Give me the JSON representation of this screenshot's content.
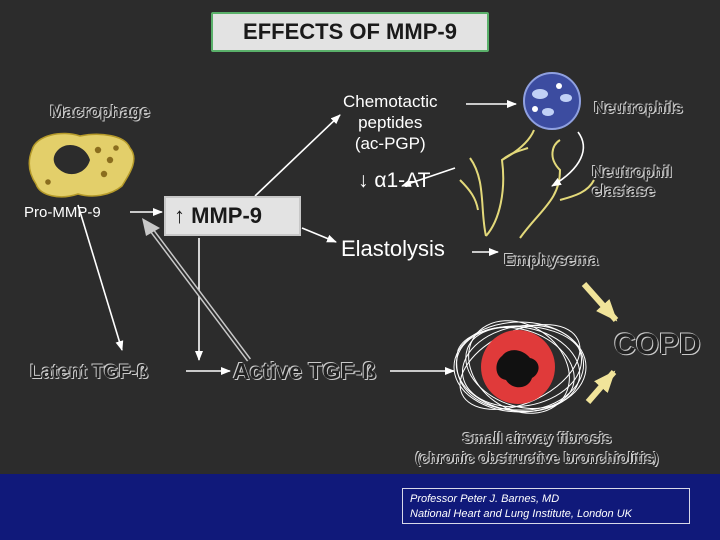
{
  "title": "EFFECTS OF MMP-9",
  "nodes": {
    "macrophage": "Macrophage",
    "pro_mmp9": "Pro-MMP-9",
    "mmp9": "MMP-9",
    "chemotactic": [
      "Chemotactic",
      "peptides",
      "(ac-PGP)"
    ],
    "neutrophils": "Neutrophils",
    "neutrophil_elastase": [
      "Neutrophil",
      "elastase"
    ],
    "alpha1_at": "α1-AT",
    "elastolysis": "Elastolysis",
    "emphysema": "Emphysema",
    "copd": "COPD",
    "latent_tgf": "Latent TGF-ß",
    "active_tgf": "Active TGF-ß",
    "small_airway": [
      "Small airway fibrosis",
      "(chronic obstructive bronchiolitis)"
    ]
  },
  "credit": [
    "Professor Peter J. Barnes, MD",
    "National Heart and Lung Institute, London UK"
  ],
  "icons": {
    "up_arrow": "↑",
    "down_arrow": "↓"
  },
  "colors": {
    "background": "#2c2c2c",
    "footer": "#10197a",
    "accent_green": "#5ab06a",
    "arrow_yellow": "#f1e49a",
    "tgf_red": "#e03a3a",
    "macrophage_yellow": "#e3cf6a",
    "neutrophil_blue": "#3c4ca0"
  }
}
